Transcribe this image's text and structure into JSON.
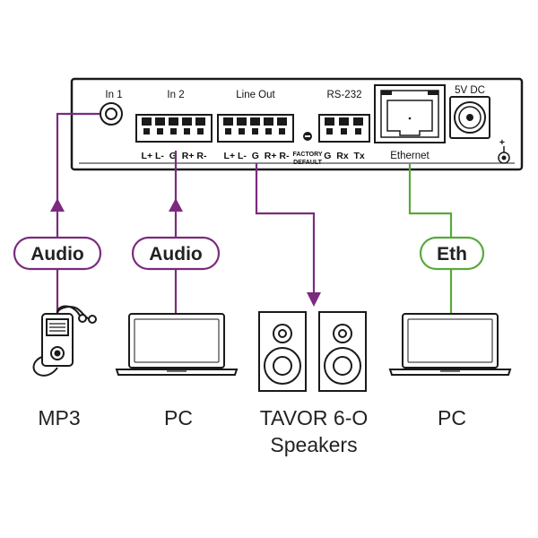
{
  "panel": {
    "in1_label": "In 1",
    "in2_label": "In 2",
    "in2_pins": "L+ L-  G  R+ R-",
    "line_out_label": "Line Out",
    "line_out_pins": "L+ L-  G  R+ R-",
    "factory_default_line1": "FACTORY",
    "factory_default_line2": "DEFAULT",
    "rs232_label": "RS-232",
    "rs232_pins": "G  Rx  Tx",
    "ethernet_label": "Ethernet",
    "power_label": "5V DC",
    "polarity_symbol": "+"
  },
  "connections": [
    {
      "label": "Audio",
      "color": "#7b2a7e"
    },
    {
      "label": "Audio",
      "color": "#7b2a7e"
    },
    {
      "label": "Eth",
      "color": "#5aa83c"
    }
  ],
  "devices": {
    "mp3": "MP3",
    "pc_left": "PC",
    "speakers_line1": "TAVOR 6-O",
    "speakers_line2": "Speakers",
    "pc_right": "PC"
  },
  "colors": {
    "audio": "#7b2a7e",
    "ethernet": "#5aa83c",
    "outline": "#1a1a1a"
  }
}
